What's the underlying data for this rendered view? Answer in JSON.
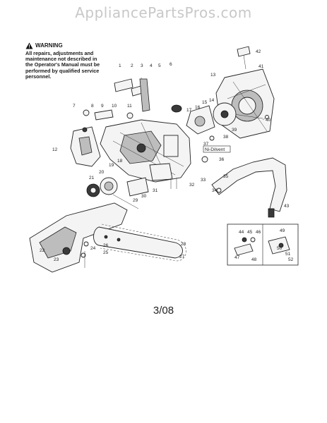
{
  "watermark": "AppliancePartsPros.com",
  "warning": {
    "title": "WARNING",
    "text": "All repairs, adjustments and maintenance not described in the Operator's Manual must be performed by qualified service personnel."
  },
  "label_tag": "Ni-Dilvent",
  "date_code": "3/08",
  "callouts": [
    "1",
    "2",
    "3",
    "4",
    "5",
    "6",
    "7",
    "8",
    "9",
    "10",
    "11",
    "12",
    "13",
    "14",
    "15",
    "16",
    "17",
    "18",
    "19",
    "20",
    "21",
    "22",
    "23",
    "24",
    "25",
    "26",
    "27",
    "28",
    "29",
    "30",
    "31",
    "32",
    "33",
    "34",
    "35",
    "36",
    "37",
    "38",
    "39",
    "40",
    "41",
    "42",
    "43",
    "44",
    "45",
    "46",
    "47",
    "48",
    "49",
    "50",
    "51",
    "52"
  ]
}
